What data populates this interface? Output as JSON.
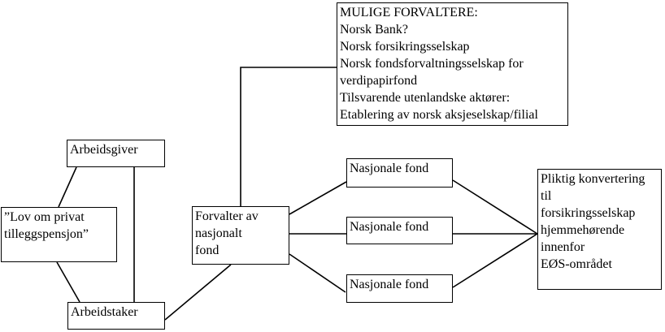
{
  "diagram": {
    "colors": {
      "background": "#ffffff",
      "box_border": "#000000",
      "text": "#000000",
      "connector": "#000000"
    },
    "boxes": {
      "mulige_forvaltere": {
        "lines": [
          "MULIGE FORVALTERE:",
          "Norsk Bank?",
          "Norsk forsikringsselskap",
          "Norsk fondsforvaltningsselskap for",
          "verdipapirfond",
          "Tilsvarende utenlandske aktører:",
          "Etablering av norsk aksjeselskap/filial"
        ]
      },
      "arbeidsgiver": {
        "label": "Arbeidsgiver"
      },
      "lov_om_privat": {
        "lines": [
          "”Lov om privat",
          "tilleggspensjon”"
        ]
      },
      "forvalter": {
        "lines": [
          "Forvalter av",
          "nasjonalt",
          "fond"
        ]
      },
      "nasjonale_fond": {
        "labels": [
          "Nasjonale fond",
          "Nasjonale fond",
          "Nasjonale fond"
        ]
      },
      "pliktig_konvertering": {
        "lines": [
          "Pliktig konvertering",
          "til",
          "forsikringsselskap",
          "hjemmehørende",
          "innenfor",
          "EØS-området"
        ]
      },
      "arbeidstaker": {
        "label": "Arbeidstaker"
      }
    }
  }
}
